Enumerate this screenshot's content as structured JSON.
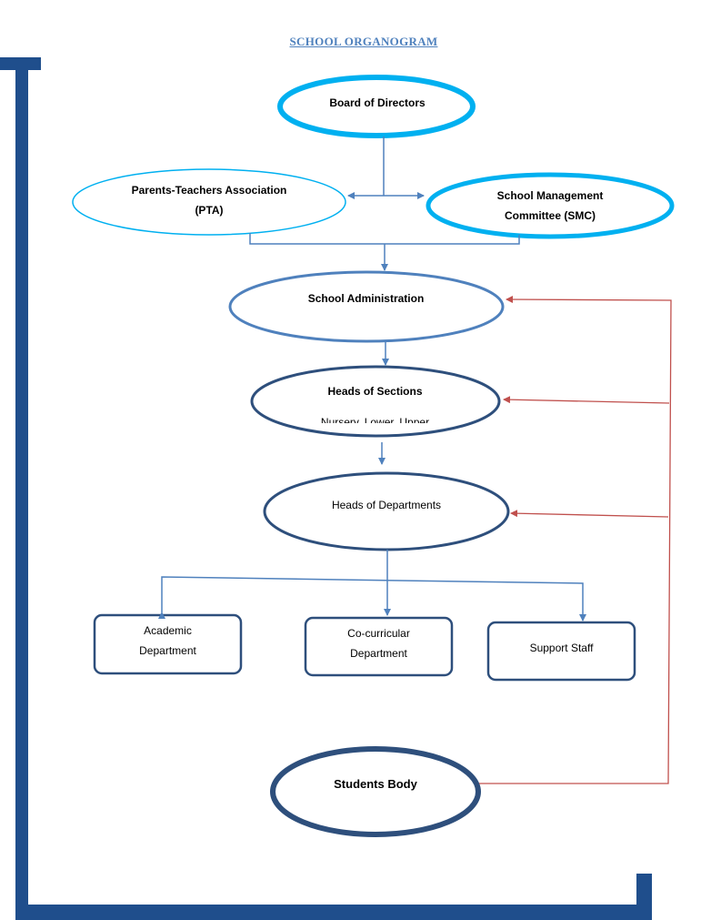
{
  "title": "SCHOOL ORGANOGRAM",
  "nodes": {
    "board": "Board of Directors",
    "pta": "Parents-Teachers Association\n(PTA)",
    "smc": "School Management\nCommittee (SMC)",
    "admin": "School Administration",
    "sections_title": "Heads of Sections",
    "sections_sub": "Nursery, Lower, Upper",
    "departments": "Heads of Departments",
    "academic": "Academic\nDepartment",
    "cocurricular": "Co-curricular\nDepartment",
    "support": "Support Staff",
    "students": "Students Body"
  },
  "colors": {
    "frame": "#1f4e8c",
    "light_blue": "#00b0f0",
    "mid_blue": "#4f81bd",
    "dark_blue": "#2e4f7c",
    "arrow_blue": "#4f81bd",
    "arrow_red": "#c0504d",
    "title": "#4f81bd"
  }
}
